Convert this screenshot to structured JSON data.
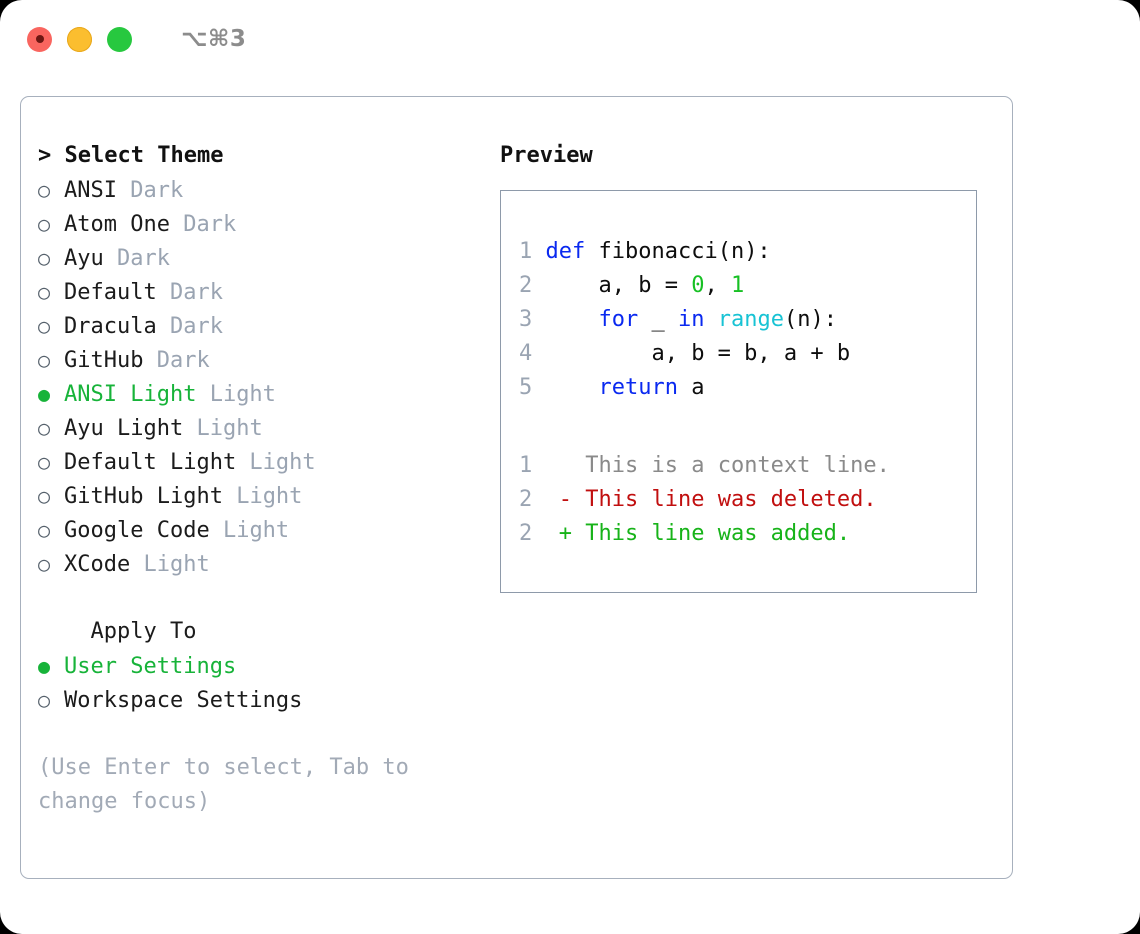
{
  "titlebar": {
    "shortcut": "⌥⌘3",
    "buttons": [
      {
        "name": "close",
        "color": "#f9655f"
      },
      {
        "name": "minimize",
        "color": "#fbbe2f"
      },
      {
        "name": "maximize",
        "color": "#27c83f"
      }
    ]
  },
  "theme_picker": {
    "header_prefix": "> ",
    "header": "Select Theme",
    "bullet_selected": "●",
    "bullet_unselected": "○",
    "items": [
      {
        "label": "ANSI",
        "suffix": "Dark",
        "selected": false
      },
      {
        "label": "Atom One",
        "suffix": "Dark",
        "selected": false
      },
      {
        "label": "Ayu",
        "suffix": "Dark",
        "selected": false
      },
      {
        "label": "Default",
        "suffix": "Dark",
        "selected": false
      },
      {
        "label": "Dracula",
        "suffix": "Dark",
        "selected": false
      },
      {
        "label": "GitHub",
        "suffix": "Dark",
        "selected": false
      },
      {
        "label": "ANSI Light",
        "suffix": "Light",
        "selected": true
      },
      {
        "label": "Ayu Light",
        "suffix": "Light",
        "selected": false
      },
      {
        "label": "Default Light",
        "suffix": "Light",
        "selected": false
      },
      {
        "label": "GitHub Light",
        "suffix": "Light",
        "selected": false
      },
      {
        "label": "Google Code",
        "suffix": "Light",
        "selected": false
      },
      {
        "label": "XCode",
        "suffix": "Light",
        "selected": false
      }
    ]
  },
  "apply_to": {
    "header": "  Apply To",
    "items": [
      {
        "label": "User Settings",
        "selected": true
      },
      {
        "label": "Workspace Settings",
        "selected": false
      }
    ]
  },
  "hint": "(Use Enter to select, Tab to change focus)",
  "preview": {
    "title": "Preview",
    "code": [
      {
        "num": "1",
        "tokens": [
          {
            "t": "def",
            "c": "kw"
          },
          {
            "t": " fibonacci(n):",
            "c": "txt"
          }
        ]
      },
      {
        "num": "2",
        "tokens": [
          {
            "t": "    a, b = ",
            "c": "txt"
          },
          {
            "t": "0",
            "c": "num"
          },
          {
            "t": ", ",
            "c": "txt"
          },
          {
            "t": "1",
            "c": "num"
          }
        ]
      },
      {
        "num": "3",
        "tokens": [
          {
            "t": "    ",
            "c": "txt"
          },
          {
            "t": "for",
            "c": "kw"
          },
          {
            "t": " _ ",
            "c": "txt"
          },
          {
            "t": "in",
            "c": "kw"
          },
          {
            "t": " ",
            "c": "txt"
          },
          {
            "t": "range",
            "c": "builtin"
          },
          {
            "t": "(n):",
            "c": "txt"
          }
        ]
      },
      {
        "num": "4",
        "tokens": [
          {
            "t": "        a, b = b, a + b",
            "c": "txt"
          }
        ]
      },
      {
        "num": "5",
        "tokens": [
          {
            "t": "    ",
            "c": "txt"
          },
          {
            "t": "return",
            "c": "kw"
          },
          {
            "t": " a",
            "c": "txt"
          }
        ]
      }
    ],
    "diff": [
      {
        "num": "1",
        "marker": "  ",
        "text": "This is a context line.",
        "kind": "ctx"
      },
      {
        "num": "2",
        "marker": "- ",
        "text": "This line was deleted.",
        "kind": "del"
      },
      {
        "num": "2",
        "marker": "+ ",
        "text": "This line was added.",
        "kind": "add"
      }
    ]
  },
  "colors": {
    "accent_green": "#17b339",
    "muted": "#9aa4b2",
    "keyword": "#0a29f0",
    "builtin": "#18c3d4",
    "number": "#17c024",
    "diff_add": "#17b319",
    "diff_del": "#c10f0f",
    "border": "#a7b0bd"
  }
}
